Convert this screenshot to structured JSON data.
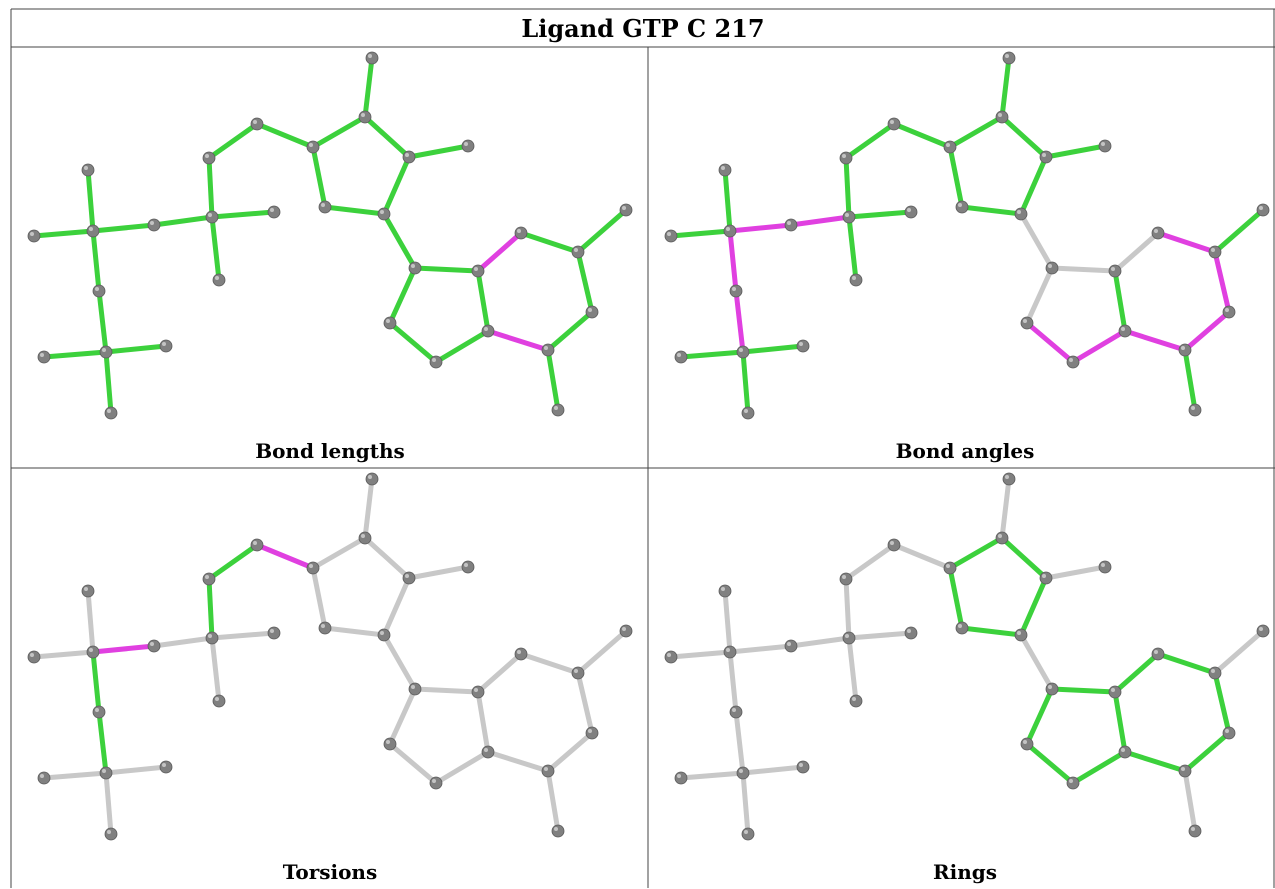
{
  "title": "Ligand GTP C 217",
  "panels": [
    {
      "caption": "Bond lengths",
      "color_key": "lengths"
    },
    {
      "caption": "Bond angles",
      "color_key": "angles"
    },
    {
      "caption": "Torsions",
      "color_key": "torsions"
    },
    {
      "caption": "Rings",
      "color_key": "rings"
    }
  ],
  "colors": {
    "good": "#3cd13c",
    "outlier": "#e040e0",
    "neutral": "#c8c8c8",
    "atom": "#808080",
    "grid": "#444444"
  }
}
